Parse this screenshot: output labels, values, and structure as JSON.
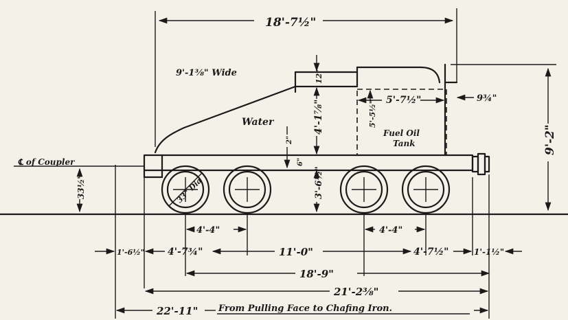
{
  "dimensions": {
    "overall_top": "18'-7½\"",
    "tank_width": "9'-1⅜\" Wide",
    "water": "Water",
    "fuel_oil_tank_line1": "Fuel Oil",
    "fuel_oil_tank_line2": "Tank",
    "height_total": "9'-2\"",
    "tank_height": "4'-1⅞\"",
    "coal_top": "12\"",
    "fuel_len": "5'-7½\"",
    "rear_offset": "9¾\"",
    "fuel_height": "5'-5½\"",
    "frame_2": "2\"",
    "frame_6": "6\"",
    "deck_height": "3'-6½\"",
    "wheel_dia": "33\" Dia",
    "coupler": "℄ of Coupler",
    "coupler_height": "33½\"",
    "front_overhang": "1'-6½\"",
    "lead_to_axle": "4'-7¾\"",
    "truck_center": "11'-0\"",
    "rear_to_axle": "4'-7½\"",
    "rear_overhang": "1'-1½\"",
    "wheelbase_front": "4'-4\"",
    "wheelbase_rear": "4'-4\"",
    "total_wheelbase": "18'-9\"",
    "frame_length": "21'-2⅜\"",
    "overall_length": "22'-11\"",
    "pulling_face_note": "From Pulling Face to Chafing Iron."
  }
}
